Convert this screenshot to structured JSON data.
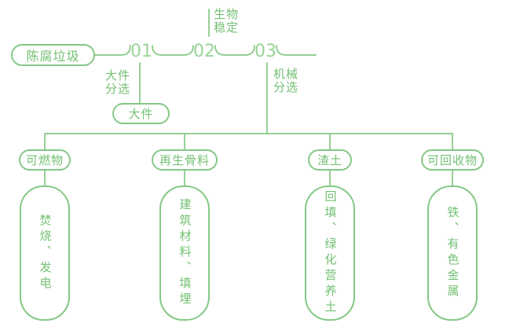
{
  "colors": {
    "line": "#85c885",
    "text": "#74c074",
    "number": "#9ad49a"
  },
  "flow": {
    "source": "陈腐垃圾",
    "steps": [
      {
        "num": "01",
        "label": "大件分选"
      },
      {
        "num": "02",
        "label": "生物稳定"
      },
      {
        "num": "03",
        "label": "机械分选"
      }
    ],
    "bulky_output": "大件"
  },
  "branches": [
    {
      "category": "可燃物",
      "result": "焚烧、发电"
    },
    {
      "category": "再生骨料",
      "result": "建筑材料、填埋"
    },
    {
      "category": "渣土",
      "result": "回填、绿化营养土"
    },
    {
      "category": "可回收物",
      "result": "铁、有色金属"
    }
  ]
}
